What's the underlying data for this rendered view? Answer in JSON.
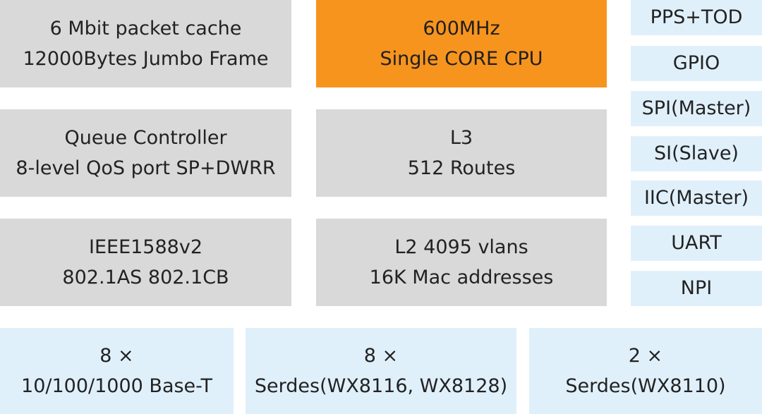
{
  "colors": {
    "gray_block": "#d9d9d9",
    "cpu_block": "#f7941e",
    "interface_block": "#e0f0fb",
    "text": "#222222"
  },
  "blocks": {
    "packet_cache": {
      "line1": "6 Mbit packet cache",
      "line2": "12000Bytes Jumbo Frame"
    },
    "cpu": {
      "line1": "600MHz",
      "line2": "Single CORE CPU"
    },
    "queue_controller": {
      "line1": "Queue Controller",
      "line2": "8-level QoS port SP+DWRR"
    },
    "l3": {
      "line1": "L3",
      "line2": "512 Routes"
    },
    "ieee1588": {
      "line1": "IEEE1588v2",
      "line2": "802.1AS 802.1CB"
    },
    "l2": {
      "line1": "L2 4095 vlans",
      "line2": "16K Mac addresses"
    }
  },
  "side_interfaces": [
    "PPS+TOD",
    "GPIO",
    "SPI(Master)",
    "SI(Slave)",
    "IIC(Master)",
    "UART",
    "NPI"
  ],
  "ports": {
    "base_t": {
      "count": "8 ×",
      "type": "10/100/1000 Base-T"
    },
    "serdes_8": {
      "count": "8 ×",
      "type": "Serdes(WX8116, WX8128)"
    },
    "serdes_2": {
      "count": "2 ×",
      "type": "Serdes(WX8110)"
    }
  }
}
